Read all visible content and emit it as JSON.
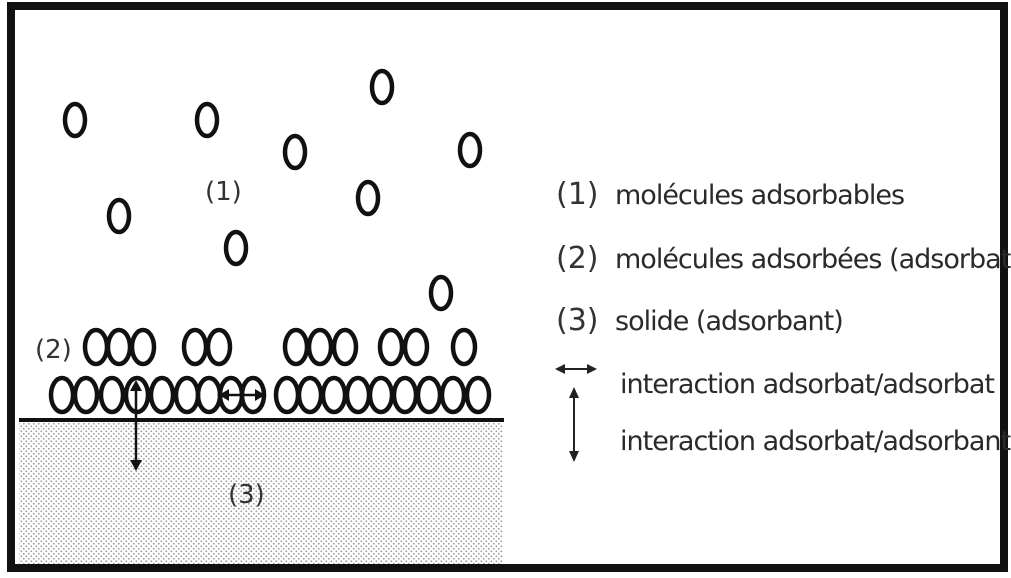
{
  "diagram": {
    "labels": {
      "adsorbable": "(1)",
      "adsorbed": "(2)",
      "solid": "(3)"
    },
    "legend": [
      {
        "marker": "(1)",
        "text": "molécules adsorbables"
      },
      {
        "marker": "(2)",
        "text": "molécules adsorbées (adsorbat)"
      },
      {
        "marker": "(3)",
        "text": "solide (adsorbant)"
      },
      {
        "marker": "↔",
        "text": "interaction adsorbat/adsorbat"
      },
      {
        "marker": "↕",
        "text": "interaction adsorbat/adsorbant"
      }
    ],
    "colors": {
      "stroke": "#111111",
      "text": "#333333",
      "dots": "#9a9a9a",
      "background": "#ffffff"
    }
  }
}
